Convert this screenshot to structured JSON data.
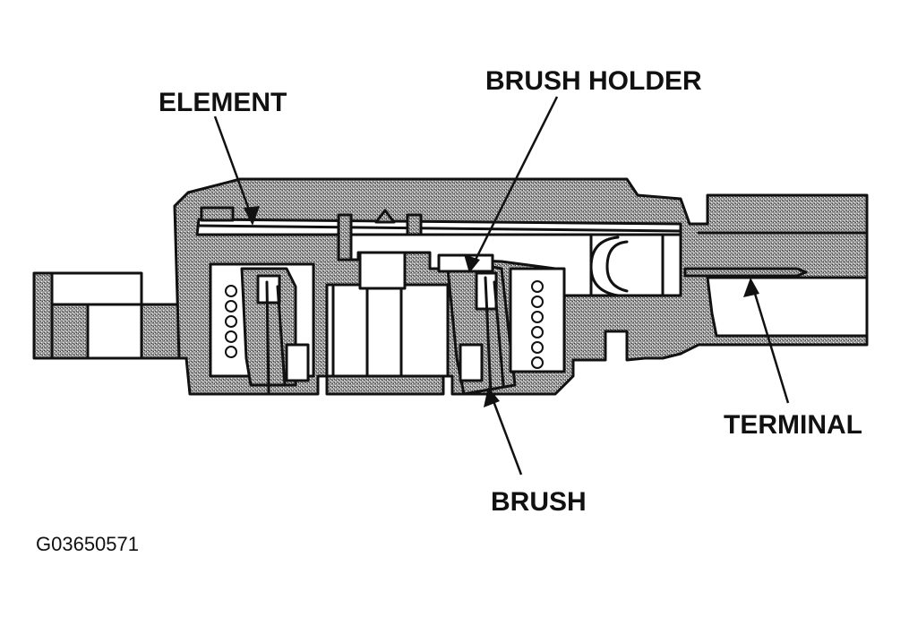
{
  "callouts": {
    "element": "ELEMENT",
    "brush_holder": "BRUSH HOLDER",
    "brush": "BRUSH",
    "terminal": "TERMINAL"
  },
  "figure_id": "G03650571",
  "colors": {
    "ink": "#111111",
    "shading": "#8a8a8a",
    "background": "#ffffff"
  }
}
